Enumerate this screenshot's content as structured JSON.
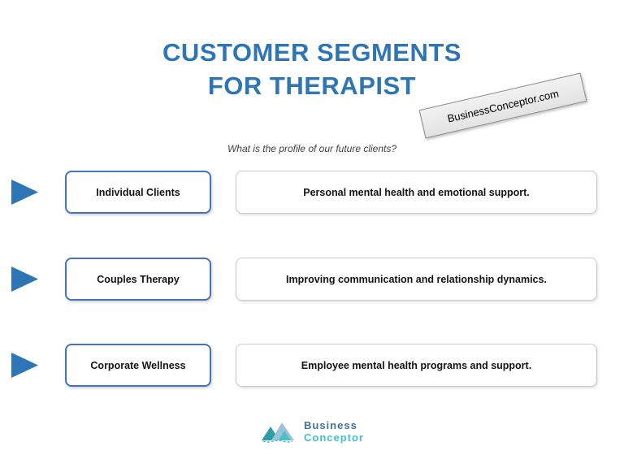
{
  "title": {
    "line1": "CUSTOMER SEGMENTS",
    "line2": "FOR THERAPIST"
  },
  "watermark": "BusinessConceptor.com",
  "subtitle": "What is the profile of our future clients?",
  "rows": [
    {
      "label": "Individual Clients",
      "description": "Personal mental health and emotional support."
    },
    {
      "label": "Couples Therapy",
      "description": "Improving communication and relationship dynamics."
    },
    {
      "label": "Corporate Wellness",
      "description": "Employee mental health programs and support."
    }
  ],
  "logo": {
    "line1": "Business",
    "line2": "Conceptor"
  },
  "colors": {
    "title_blue": "#2E75B6",
    "arrow_blue": "#2E75B6",
    "label_border": "#4472C4",
    "desc_border": "#C9C9C9",
    "logo_business": "#41719C",
    "logo_conceptor": "#3FC0CC"
  }
}
